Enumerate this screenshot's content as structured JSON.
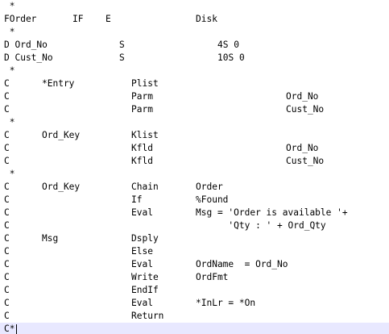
{
  "lines": [
    {
      "f1": " *"
    },
    {
      "f1": "FOrder",
      "f2": "IF",
      "f3": "E",
      "f4": "Disk"
    },
    {
      "f1": " *"
    },
    {
      "f1": "D Ord_No",
      "f2": "S",
      "f3": "4S 0"
    },
    {
      "f1": "D Cust_No",
      "f2": "S",
      "f3": "10S 0"
    },
    {
      "f1": " *"
    },
    {
      "f1": "C",
      "f2": "*Entry",
      "f3": "Plist"
    },
    {
      "f1": "C",
      "f3": "Parm",
      "f5": "Ord_No"
    },
    {
      "f1": "C",
      "f3": "Parm",
      "f5": "Cust_No"
    },
    {
      "f1": " *"
    },
    {
      "f1": "C",
      "f2": "Ord_Key",
      "f3": "Klist"
    },
    {
      "f1": "C",
      "f3": "Kfld",
      "f5": "Ord_No"
    },
    {
      "f1": "C",
      "f3": "Kfld",
      "f5": "Cust_No"
    },
    {
      "f1": " *"
    },
    {
      "f1": "C",
      "f2": "Ord_Key",
      "f3": "Chain",
      "f4": "Order"
    },
    {
      "f1": "C",
      "f3": "If",
      "f4": "%Found"
    },
    {
      "f1": "C",
      "f3": "Eval",
      "f4": "Msg = 'Order is available '+"
    },
    {
      "f1": "C",
      "f4": "      'Qty : ' + Ord_Qty"
    },
    {
      "f1": "C",
      "f2": "Msg",
      "f3": "Dsply"
    },
    {
      "f1": "C",
      "f3": "Else"
    },
    {
      "f1": "C",
      "f3": "Eval",
      "f4": "OrdName  = Ord_No"
    },
    {
      "f1": "C",
      "f3": "Write",
      "f4": "OrdFmt"
    },
    {
      "f1": "C",
      "f3": "EndIf"
    },
    {
      "f1": "C",
      "f3": "Eval",
      "f4": "*InLr = *On"
    },
    {
      "f1": "C",
      "f3": "Return"
    },
    {
      "f1": "C*"
    }
  ]
}
